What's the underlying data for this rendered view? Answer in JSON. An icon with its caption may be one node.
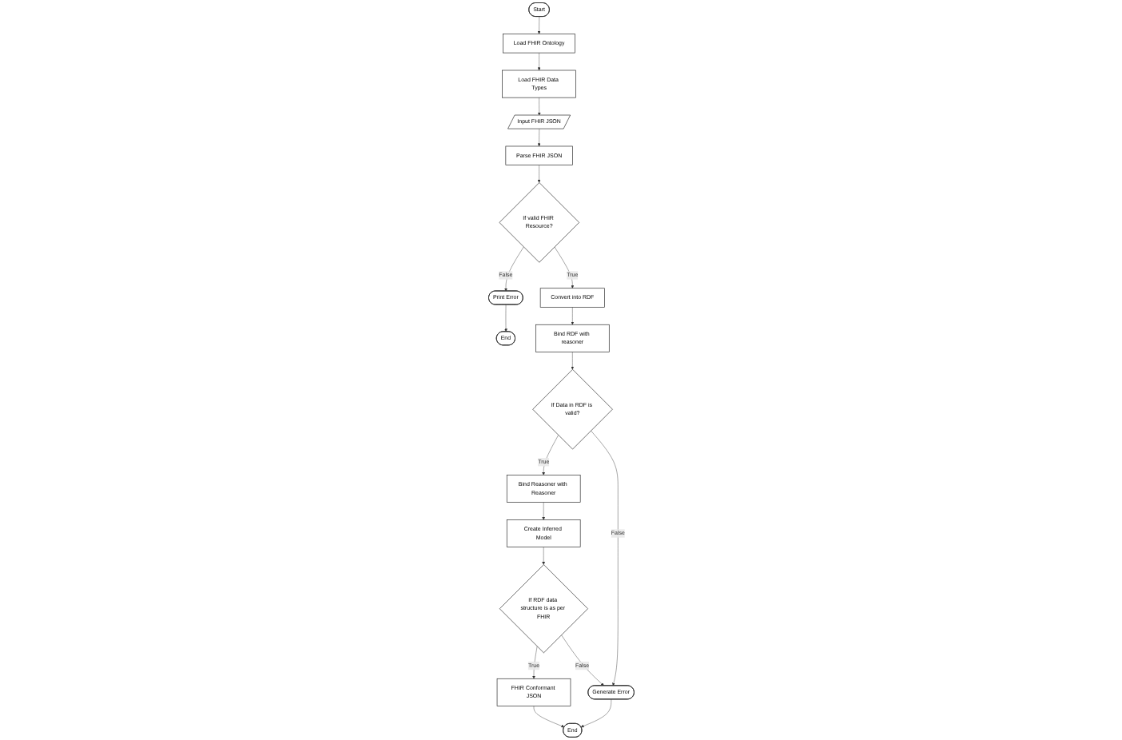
{
  "diagram": {
    "nodes": [
      {
        "text": [
          "Start"
        ]
      },
      {
        "text": [
          "Load FHIR Ontology"
        ]
      },
      {
        "text": [
          "Load FHIR Data Types"
        ]
      },
      {
        "text": [
          "Input FHIR JSON"
        ]
      },
      {
        "text": [
          "Parse FHIR JSON"
        ]
      },
      {
        "text": [
          "If valid FHIR Resource?"
        ]
      },
      {
        "text": [
          "Print Error"
        ]
      },
      {
        "text": [
          "End"
        ]
      },
      {
        "text": [
          "Convert into RDF"
        ]
      },
      {
        "text": [
          "Bind RDF with reasoner"
        ]
      },
      {
        "text": [
          "If Data in RDF is valid?"
        ]
      },
      {
        "text": [
          "Bind Reasoner with Reasoner"
        ]
      },
      {
        "text": [
          "Create Inferred Model"
        ]
      },
      {
        "text": [
          "If RDF data structure is as per FHIR"
        ]
      },
      {
        "text": [
          "FHIR Conformant JSON"
        ]
      },
      {
        "text": [
          "End"
        ]
      },
      {
        "text": [
          "Generate Error"
        ]
      }
    ],
    "edges": [
      {
        "from": 0,
        "to": 1,
        "arrow": "to"
      },
      {
        "from": 1,
        "to": 2,
        "arrow": "to"
      },
      {
        "from": 2,
        "to": 3,
        "arrow": "to"
      },
      {
        "from": 3,
        "to": 4,
        "arrow": "to"
      },
      {
        "from": 4,
        "to": 5,
        "arrow": "to"
      },
      {
        "from": 5,
        "to": 6,
        "arrow": "to",
        "label": "False"
      },
      {
        "from": 6,
        "to": 7,
        "arrow": "to"
      },
      {
        "from": 5,
        "to": 8,
        "arrow": "to",
        "label": "True"
      },
      {
        "from": 8,
        "to": 9,
        "arrow": "to"
      },
      {
        "from": 9,
        "to": 10,
        "arrow": "to"
      },
      {
        "from": 10,
        "to": 11,
        "arrow": "to",
        "label": "True"
      },
      {
        "from": 10,
        "to": 16,
        "arrow": "to",
        "label": "False"
      },
      {
        "from": 11,
        "to": 12,
        "arrow": "to"
      },
      {
        "from": 12,
        "to": 13,
        "arrow": "to"
      },
      {
        "from": 13,
        "to": 14,
        "arrow": "to",
        "label": "True"
      },
      {
        "from": 13,
        "to": 16,
        "arrow": "to",
        "label": "False"
      },
      {
        "from": 14,
        "to": 15,
        "arrow": "to"
      },
      {
        "from": 16,
        "to": 15,
        "arrow": "to"
      }
    ]
  }
}
